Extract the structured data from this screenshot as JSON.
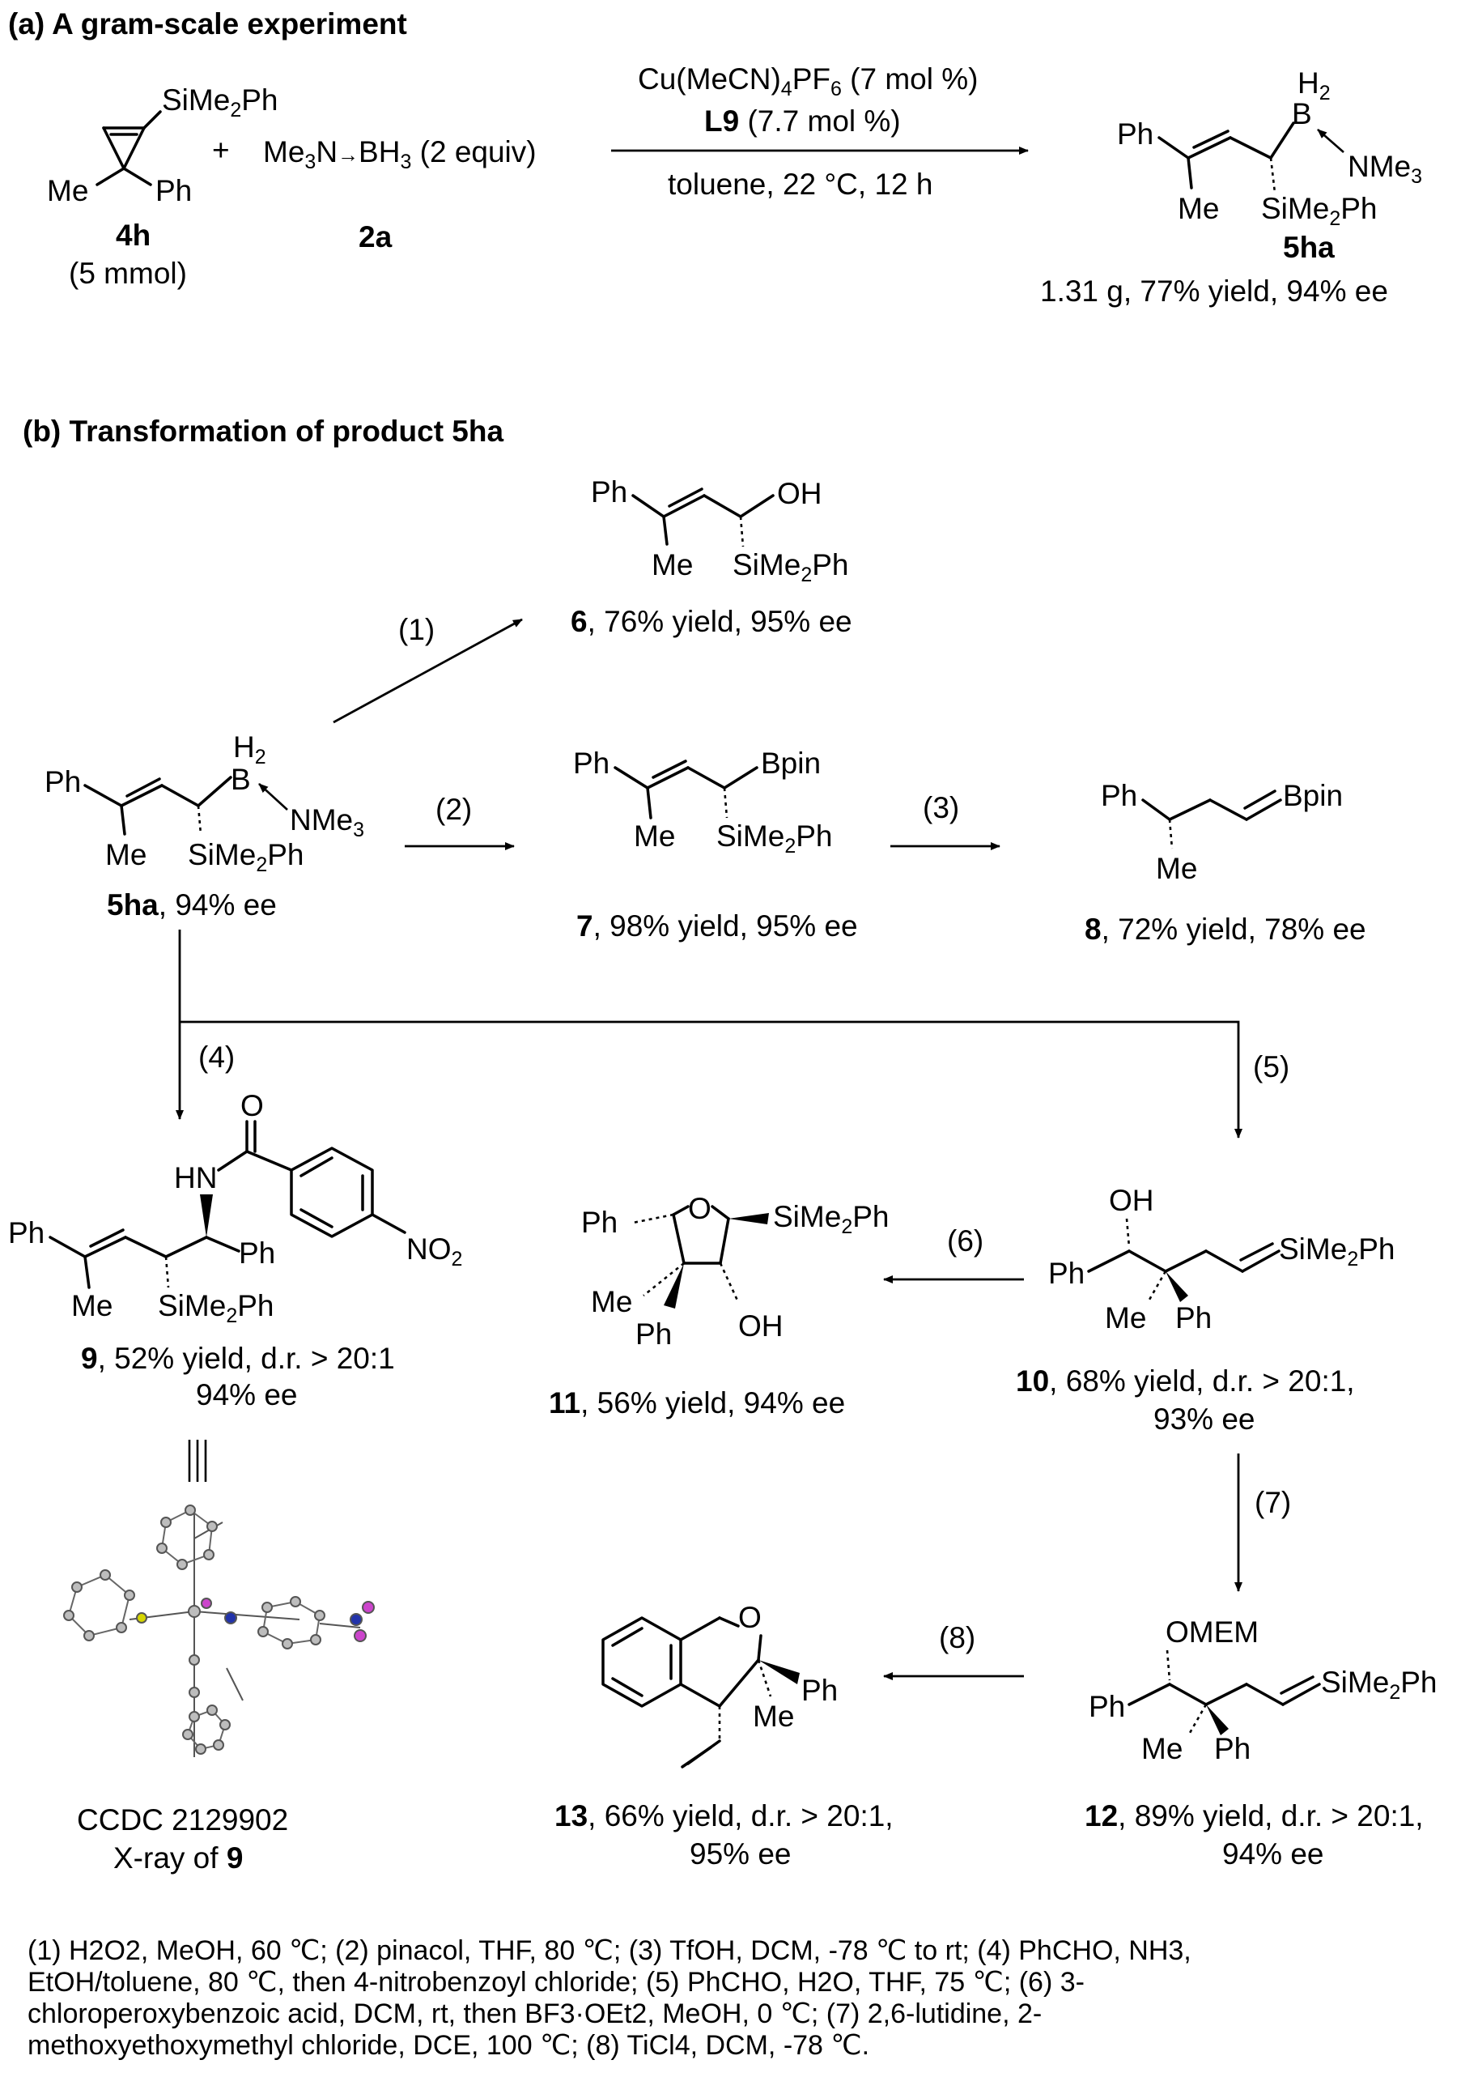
{
  "section_a": {
    "title": "(a) A gram-scale experiment"
  },
  "section_b": {
    "title": "(b) Transformation of product 5ha"
  },
  "reaction_a": {
    "reagent_line1": "Cu(MeCN)4PF6 (7 mol %)",
    "reagent_line2_num": "L9",
    "reagent_line2_rest": "(7.7 mol %)",
    "conditions": "toluene, 22 °C, 12 h",
    "sm1_label": "4h",
    "sm1_amount": "(5 mmol)",
    "sm2_formula": "Me3N→BH3 (2 equiv)",
    "sm2_label": "2a",
    "product_label": "5ha",
    "product_result": "1.31 g, 77% yield, 94% ee"
  },
  "steps": [
    "(1)",
    "(2)",
    "(3)",
    "(4)",
    "(5)",
    "(6)",
    "(7)",
    "(8)"
  ],
  "compounds": {
    "c5ha": {
      "label": "5ha",
      "result": ", 94% ee"
    },
    "c6": {
      "label": "6",
      "result": ", 76% yield, 95% ee"
    },
    "c7": {
      "label": "7",
      "result": ", 98% yield, 95% ee"
    },
    "c8": {
      "label": "8",
      "result": ", 72% yield, 78% ee"
    },
    "c9": {
      "label": "9",
      "result": ", 52% yield, d.r. > 20:1",
      "ee": "94% ee"
    },
    "c10": {
      "label": "10",
      "result": ", 68% yield, d.r. > 20:1,",
      "ee": "93% ee"
    },
    "c11": {
      "label": "11",
      "result": ", 56% yield, 94% ee"
    },
    "c12": {
      "label": "12",
      "result": ", 89% yield, d.r. > 20:1,",
      "ee": "94% ee"
    },
    "c13": {
      "label": "13",
      "result": ", 66% yield, d.r. > 20:1,",
      "ee": "95% ee"
    }
  },
  "xray": {
    "ccdc": "CCDC 2129902",
    "caption_prefix": "X-ray of ",
    "caption_label": "9"
  },
  "atom_labels": {
    "SiMe2Ph": "SiMe2Ph",
    "Ph": "Ph",
    "Me": "Me",
    "B": "B",
    "H2": "H2",
    "NMe3": "NMe3",
    "OH": "OH",
    "Bpin": "Bpin",
    "HN": "HN",
    "O": "O",
    "NO2": "NO2",
    "OMEM": "OMEM"
  },
  "footnote": {
    "s1": "(1) H2O2, MeOH, 60 ℃; (2) pinacol, THF, 80 ℃; (3) TfOH, DCM, -78 ℃ to rt; (4) PhCHO, NH3,",
    "s2": "EtOH/toluene, 80 ℃, then 4-nitrobenzoyl chloride; (5) PhCHO, H2O, THF, 75 ℃; (6) 3-",
    "s3": "chloroperoxybenzoic acid, DCM, rt, then BF3·OEt2, MeOH, 0 ℃; (7) 2,6-lutidine, 2-",
    "s4": "methoxyethoxymethyl chloride, DCE, 100 ℃; (8) TiCl4, DCM, -78 ℃."
  }
}
